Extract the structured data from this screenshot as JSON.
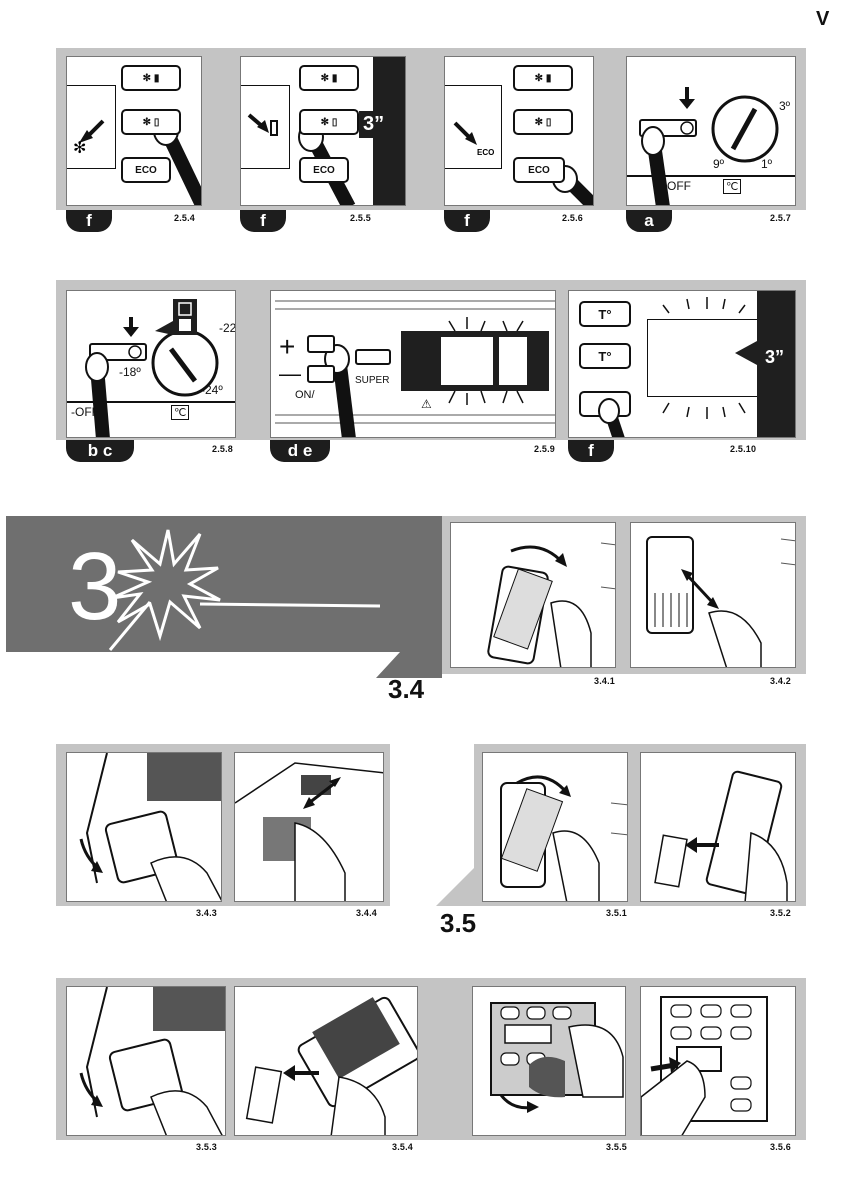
{
  "page": {
    "marker": "V"
  },
  "row1": {
    "figures": [
      "2.5.4",
      "2.5.5",
      "2.5.6",
      "2.5.7"
    ],
    "tabs": [
      "f",
      "f",
      "f",
      "a"
    ],
    "button_eco": "ECO",
    "timer": "3”",
    "dial_labels": {
      "left": "9º",
      "right": "1º",
      "top": "3º"
    },
    "off_label": "OFF",
    "unit_label": "℃"
  },
  "row2": {
    "figures": [
      "2.5.8",
      "2.5.9",
      "2.5.10"
    ],
    "tabs": [
      "b c",
      "d e",
      "f"
    ],
    "dial_labels": {
      "left": "-18º",
      "bottom": "-24º",
      "top": "-22"
    },
    "off_label": "-OFF",
    "unit_label": "℃",
    "plus": "+",
    "minus": "—",
    "onoff_label": "ON/",
    "super_label": "SUPER",
    "warning": "⚠",
    "temp_buttons": [
      "T°",
      "T°"
    ],
    "timer": "3”"
  },
  "section3": {
    "number": "3",
    "sub_34": "3.4",
    "sub_35": "3.5",
    "figures_row3": [
      "3.4.1",
      "3.4.2"
    ],
    "figures_row4": [
      "3.4.3",
      "3.4.4",
      "3.5.1",
      "3.5.2"
    ],
    "figures_row5": [
      "3.5.3",
      "3.5.4",
      "3.5.5",
      "3.5.6"
    ]
  },
  "colors": {
    "band_gray": "#6f6f6f",
    "strip_gray": "#c4c4c4",
    "black": "#1f1f1f"
  }
}
